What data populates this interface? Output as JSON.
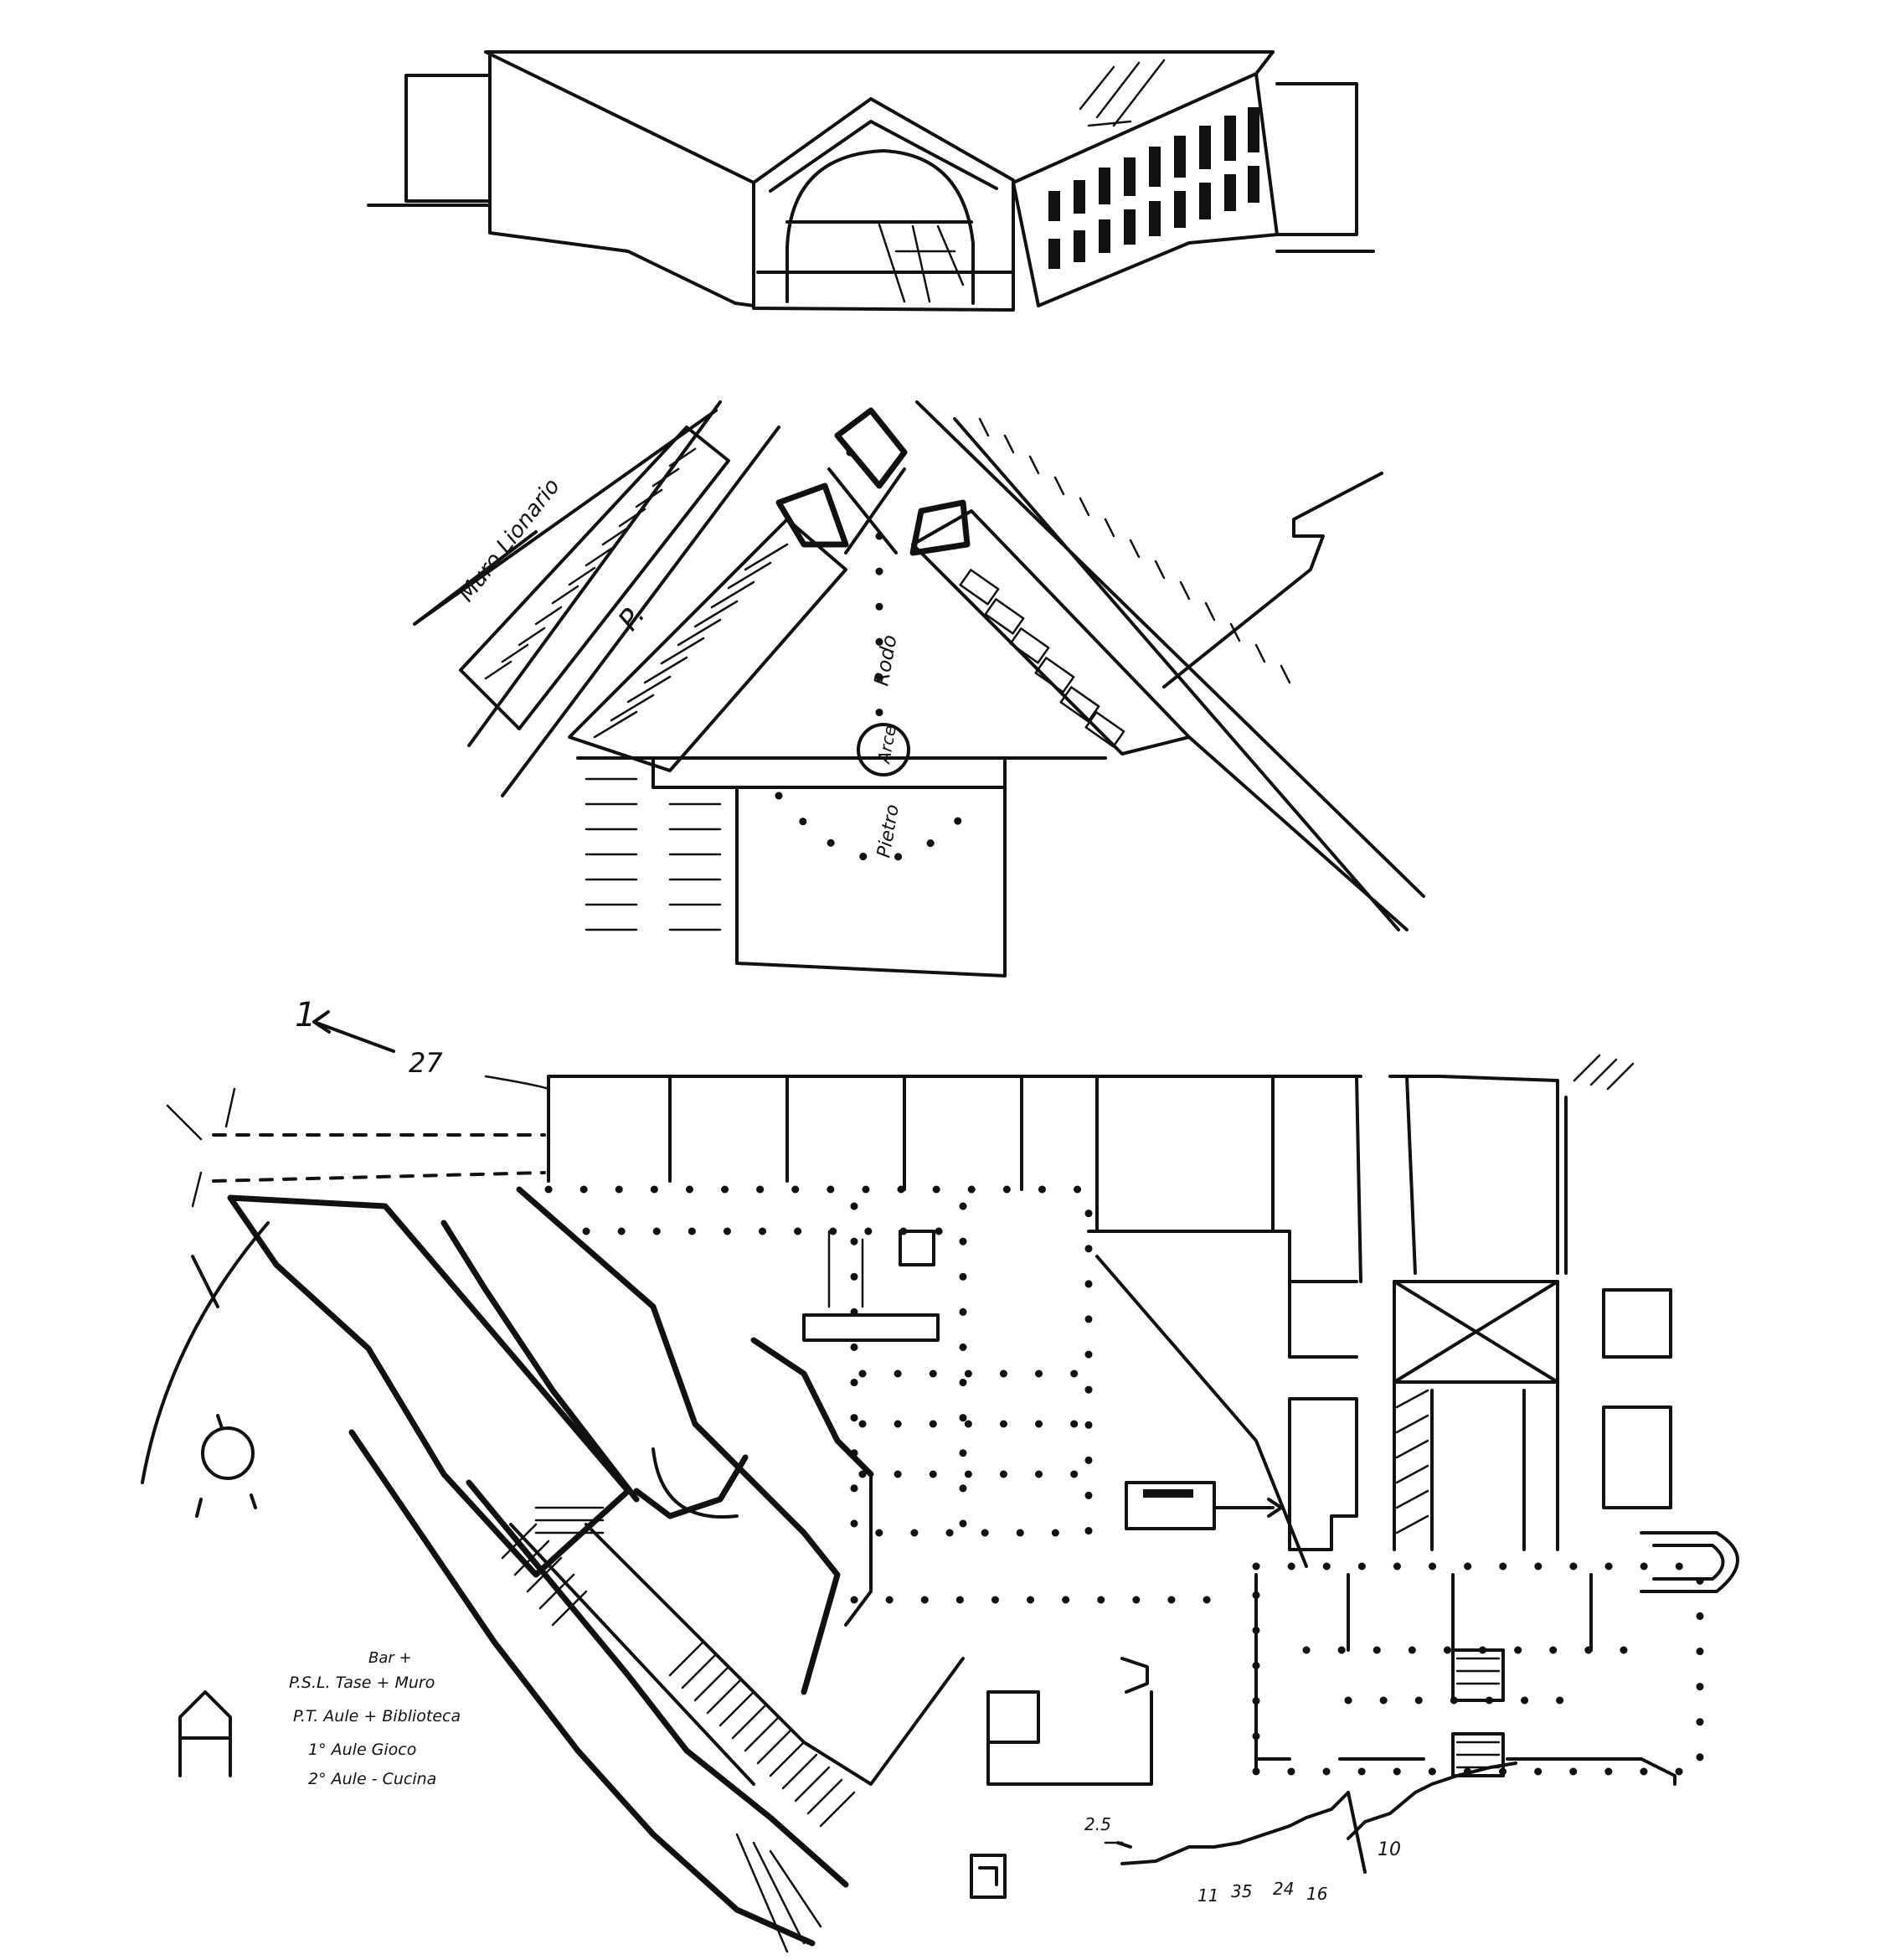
{
  "sketch": {
    "plan_labels": {
      "street_name": "Muro Lionario",
      "street_letter": "P.",
      "axis_word": "Rodo",
      "circle_label": "Arce",
      "fan_label": "Pietro"
    },
    "site_plan": {
      "north_marker": "1",
      "distance_marker": "27",
      "dimension_marker_bottom": "2.5",
      "scale_numbers": [
        "10",
        "11",
        "35",
        "24",
        "16"
      ],
      "legend": {
        "heading": "Bar +",
        "lines": [
          "P.S.L.  Tase + Muro",
          "P.T.  Aule + Biblioteca",
          "1°  Aule  Gioco",
          "2°  Aule - Cucina"
        ]
      }
    }
  }
}
